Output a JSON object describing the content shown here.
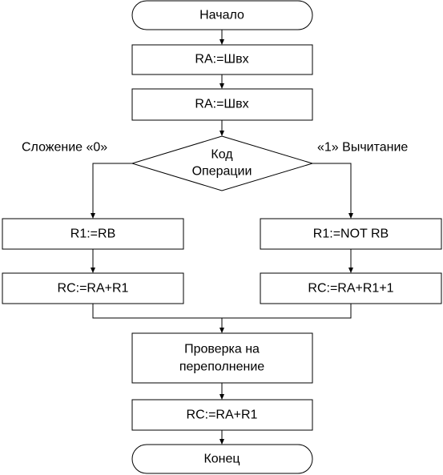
{
  "flowchart": {
    "start": "Начало",
    "step_load_a": "RA:=Швх",
    "step_load_b": "RA:=Швх",
    "decision": [
      "Код",
      "Операции"
    ],
    "branch_left_label": "Сложение «0»",
    "branch_right_label": "«1» Вычитание",
    "left_step_1": "R1:=RB",
    "left_step_2": "RC:=RA+R1",
    "right_step_1": "R1:=NOT RB",
    "right_step_2": "RC:=RA+R1+1",
    "overflow_check": [
      "Проверка на",
      "переполнение"
    ],
    "final_step": "RC:=RA+R1",
    "end": "Конец"
  }
}
